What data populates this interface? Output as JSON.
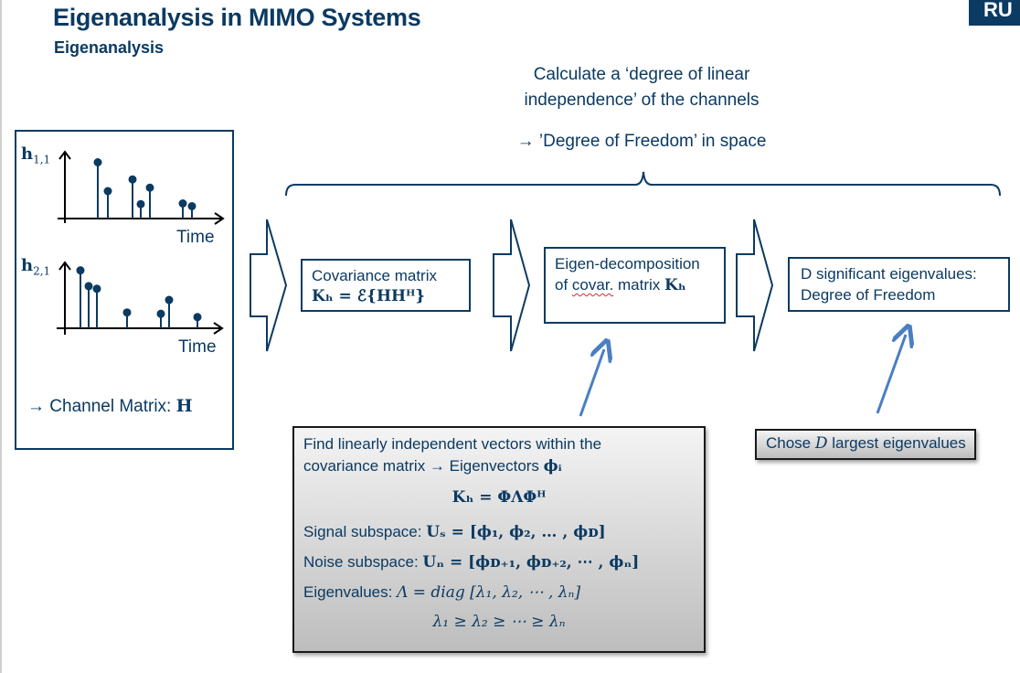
{
  "slide": {
    "title": "Eigenanalysis in MIMO Systems",
    "subtitle": "Eigenanalysis",
    "logo_text": "RU",
    "colors": {
      "primary_navy": "#0b3a62",
      "arrow_blue": "#4a7fc1",
      "gray_box_top": "#f4f4f4",
      "gray_box_bottom": "#bdbdbd",
      "spellcheck_red": "#d0302a"
    }
  },
  "top_note": {
    "line1": "Calculate a ‘degree of linear",
    "line2": "independence’ of the channels",
    "line3": "→ ’Degree of Freedom’ in space"
  },
  "channel_panel": {
    "plots": [
      {
        "label_base": "h",
        "label_sub": "1,1",
        "axis_label": "Time",
        "stem_values": [
          0.82,
          0.4,
          0.57,
          0.21,
          0.45,
          0.22,
          0.18
        ]
      },
      {
        "label_base": "h",
        "label_sub": "2,1",
        "axis_label": "Time",
        "stem_values": [
          0.88,
          0.64,
          0.6,
          0.24,
          0.22,
          0.43,
          0.17
        ]
      }
    ],
    "conclusion_prefix": "→ Channel Matrix: ",
    "conclusion_symbol": "H"
  },
  "flow_steps": [
    {
      "line1": "Covariance matrix",
      "formula": "Kₕ = ℰ{HHᴴ}"
    },
    {
      "line1": "Eigen-decomposition",
      "line2_prefix": "of ",
      "line2_flagged": "covar.",
      "line2_suffix": " matrix  ",
      "formula": "Kₕ"
    },
    {
      "line1": "D significant eigenvalues:",
      "line2": "Degree of Freedom"
    }
  ],
  "find_box": {
    "line1": "Find linearly independent vectors within the",
    "line2_text": "covariance matrix → Eigenvectors ",
    "line2_symbol": "ϕᵢ",
    "decomposition": "Kₕ = ΦΛΦᴴ",
    "signal_label": "Signal subspace: ",
    "signal_formula": "Uₛ = [ϕ₁, ϕ₂, … , ϕᴅ]",
    "noise_label": "Noise subspace: ",
    "noise_formula": "Uₙ = [ϕᴅ₊₁, ϕᴅ₊₂, ⋯ , ϕₙ]",
    "eigen_label": "Eigenvalues: ",
    "eigen_formula": "Λ = diag [λ₁, λ₂, ⋯ , λₙ]",
    "ordering": "λ₁ ≥ λ₂ ≥ ⋯ ≥ λₙ"
  },
  "chose_box": {
    "prefix": "Chose ",
    "symbol": "D",
    "suffix": " largest eigenvalues"
  }
}
